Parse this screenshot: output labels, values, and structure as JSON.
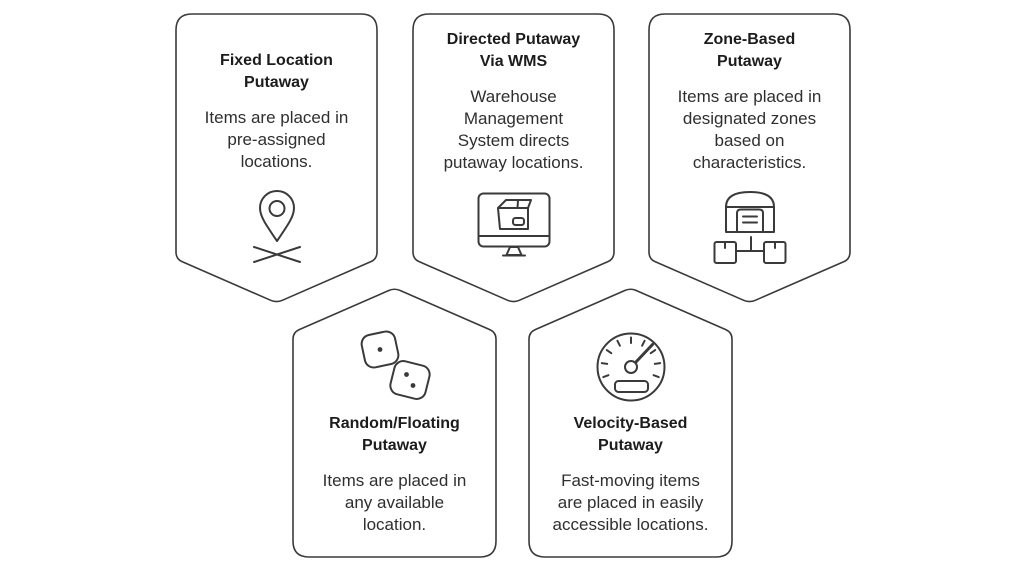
{
  "diagram": {
    "topic": "Putaway methods infographic",
    "colors": {
      "background": "#ffffff",
      "outline_stroke": "#3a3a3a",
      "title_text": "#1c1c1c",
      "body_text": "#2f2f2f"
    },
    "cards": [
      {
        "title": "Fixed Location\nPutaway",
        "description": "Items are placed in\npre-assigned\nlocations.",
        "icon": "location-pin-icon",
        "shape": "banner-point-down",
        "row": "top"
      },
      {
        "title": "Directed Putaway\nVia WMS",
        "description": "Warehouse\nManagement\nSystem directs\nputaway locations.",
        "icon": "monitor-package-icon",
        "shape": "banner-point-down",
        "row": "top"
      },
      {
        "title": "Zone-Based\nPutaway",
        "description": "Items are placed in\ndesignated zones\nbased on\ncharacteristics.",
        "icon": "warehouse-zones-icon",
        "shape": "banner-point-down",
        "row": "top"
      },
      {
        "title": "Random/Floating\nPutaway",
        "description": "Items are placed in\nany available\nlocation.",
        "icon": "dice-icon",
        "shape": "banner-point-up",
        "row": "bottom"
      },
      {
        "title": "Velocity-Based\nPutaway",
        "description": "Fast-moving items\nare placed in easily\naccessible locations.",
        "icon": "speedometer-icon",
        "shape": "banner-point-up",
        "row": "bottom"
      }
    ]
  }
}
